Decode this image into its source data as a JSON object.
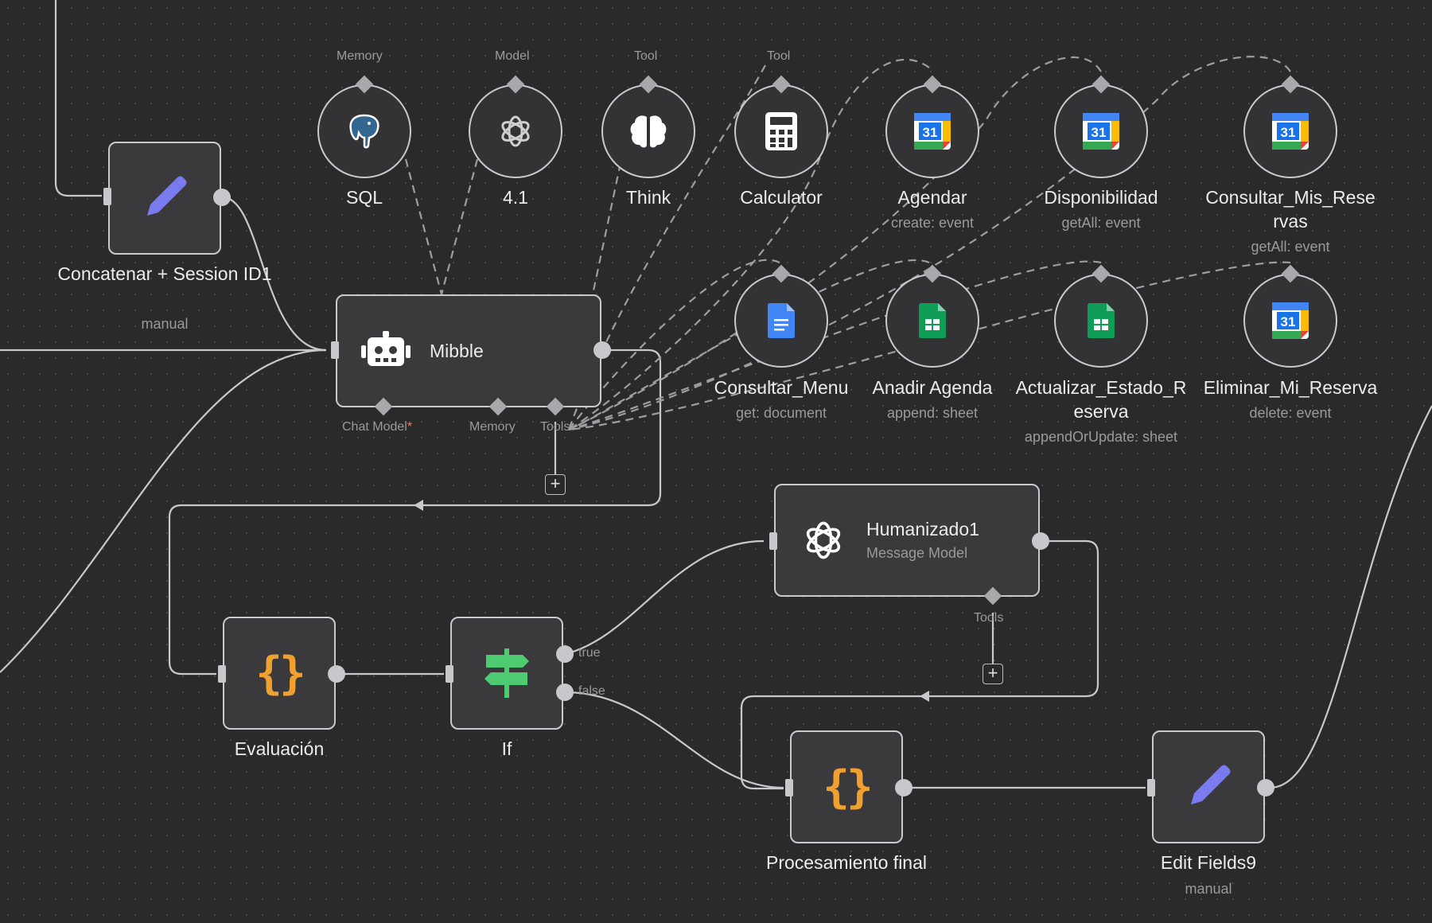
{
  "nodes": {
    "concat": {
      "title": "Concatenar + Session ID1",
      "subtitle": "manual"
    },
    "mibble": {
      "title": "Mibble",
      "ports": {
        "chat_model": "Chat Model",
        "required_mark": "*",
        "memory": "Memory",
        "tools": "Tools"
      }
    },
    "evaluacion": {
      "title": "Evaluación"
    },
    "if": {
      "title": "If",
      "true_label": "true",
      "false_label": "false"
    },
    "humanizado": {
      "title": "Humanizado1",
      "subtitle": "Message Model",
      "tools_label": "Tools"
    },
    "procesamiento": {
      "title": "Procesamiento final"
    },
    "edit_fields": {
      "title": "Edit Fields9",
      "subtitle": "manual"
    }
  },
  "subnodes": {
    "sql": {
      "top_label": "Memory",
      "title": "SQL"
    },
    "model": {
      "top_label": "Model",
      "title": "4.1"
    },
    "think": {
      "top_label": "Tool",
      "title": "Think"
    },
    "calculator": {
      "top_label": "Tool",
      "title": "Calculator"
    },
    "agendar": {
      "title": "Agendar",
      "subtitle": "create: event"
    },
    "disponibilidad": {
      "title": "Disponibilidad",
      "subtitle": "getAll: event"
    },
    "consultar_reservas": {
      "title": "Consultar_Mis_Rese rvas",
      "subtitle": "getAll: event"
    },
    "consultar_menu": {
      "title": "Consultar_Menu",
      "subtitle": "get: document"
    },
    "anadir_agenda": {
      "title": "Anadir Agenda",
      "subtitle": "append: sheet"
    },
    "actualizar_estado": {
      "title": "Actualizar_Estado_R eserva",
      "subtitle": "appendOrUpdate: sheet"
    },
    "eliminar_reserva": {
      "title": "Eliminar_Mi_Reserva",
      "subtitle": "delete: event"
    }
  },
  "calendar_day": "31",
  "plus_symbol": "+",
  "icons": {
    "concat": "pencil-icon",
    "mibble": "robot-icon",
    "evaluacion": "code-braces-icon",
    "if": "signpost-icon",
    "humanizado": "openai-icon",
    "procesamiento": "code-braces-icon",
    "edit_fields": "pencil-icon",
    "sql": "postgres-elephant-icon",
    "model": "openai-icon",
    "think": "brain-icon",
    "calculator": "calculator-icon",
    "calendar": "google-calendar-icon",
    "docs": "google-docs-icon",
    "sheets": "google-sheets-icon"
  },
  "colors": {
    "canvas": "#2a2a2a",
    "node_fill": "#3a3a3d",
    "node_border": "#c9c9cf",
    "pencil": "#7b7bf0",
    "braces": "#f0a030",
    "signpost": "#4ecb71",
    "calendar_blue": "#4285f4",
    "sheets_green": "#0f9d58",
    "docs_blue": "#4285f4"
  }
}
